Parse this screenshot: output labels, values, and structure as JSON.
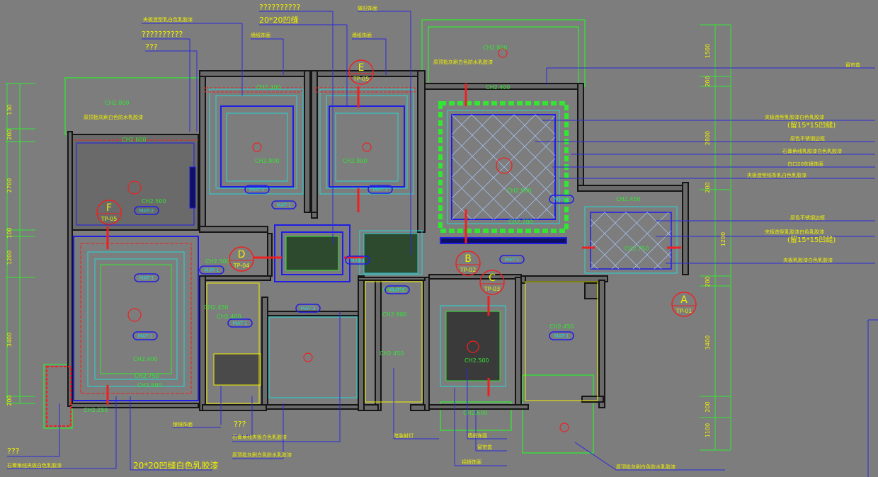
{
  "drawing": {
    "background": "#7d7d7d",
    "colors": {
      "wall": "#1c1c1c",
      "wall_fill": "#5c5c5c",
      "blue": "#1e1ee6",
      "cyan": "#22d6d6",
      "green": "#33e633",
      "yellow": "#f0f000",
      "red": "#f02020",
      "white": "#e8e8e8",
      "leader": "#2a2adc"
    }
  },
  "top_notes": [
    "夹板造型乳白色乳胶漆",
    "??????????",
    "???",
    "??????????",
    "20*20凹缝",
    "墙纸饰面",
    "墙纸饰面",
    "做旧饰面"
  ],
  "right_notes": [
    "窗帘盒",
    "夹板造型乳胶漆白色乳胶漆",
    "(留15*15凹缝)",
    "原色不锈钢边框",
    "石膏角线乳胶漆白色乳胶漆",
    "白口20灰镜饰面",
    "夹板造型线条乳白色乳胶漆",
    "原色不锈钢边框",
    "夹板造型乳胶漆白色乳胶漆",
    "(留15*15凹缝)",
    "夹板乳胶漆白色乳胶漆"
  ],
  "bottom_notes": [
    "???",
    "石膏角线夹板白色乳胶漆",
    "20*20凹缝白色乳胶漆",
    "银镜饰面",
    "???",
    "石膏角线夹板白色乳胶漆",
    "原顶批灰刷白色防水乳胶漆",
    "暗装射灯",
    "墙纸饰面",
    "窗帘盒",
    "铝镜饰面",
    "原顶批灰刷白色防水乳胶漆"
  ],
  "room_notes": [
    "原顶批灰刷白色防水乳胶漆",
    "原顶批灰刷白色防水乳胶漆"
  ],
  "dimensions_left": [
    "130",
    "200",
    "2700",
    "100",
    "1200",
    "3400",
    "200"
  ],
  "dimensions_right": [
    "1500",
    "200",
    "2800",
    "200",
    "200",
    "1200",
    "3400",
    "200",
    "1100"
  ],
  "ceiling_heights": [
    "CH2.800",
    "CH2.600",
    "CH2.400",
    "CH2.800",
    "CH2.800",
    "CH2.800",
    "CH2.400",
    "CH2.500",
    "CH2.450",
    "CH2.750",
    "CH2.900",
    "CH2.700",
    "CH2.500",
    "CH2.450",
    "CH2.400",
    "CH2.400",
    "CH2.750",
    "CH2.500",
    "CH2.250",
    "CH2.750",
    "CH2.900",
    "CH2.450",
    "CH2.450",
    "CH2.500",
    "CH2.600"
  ],
  "markers": [
    {
      "letter": "E",
      "code": "TP-05"
    },
    {
      "letter": "F",
      "code": "TP-05"
    },
    {
      "letter": "D",
      "code": "TP-04"
    },
    {
      "letter": "B",
      "code": "TP-02"
    },
    {
      "letter": "C",
      "code": "TP-03"
    },
    {
      "letter": "A",
      "code": "TP-01"
    }
  ],
  "tags": [
    "MAT-1",
    "MAT-1",
    "MAT-1",
    "MAT-2",
    "MAT-1",
    "MAT-1",
    "MAT-1",
    "MAT-3",
    "MAT-3",
    "MAT-1",
    "MAT-1",
    "MAT-1",
    "MAT-1",
    "MAT-3"
  ]
}
